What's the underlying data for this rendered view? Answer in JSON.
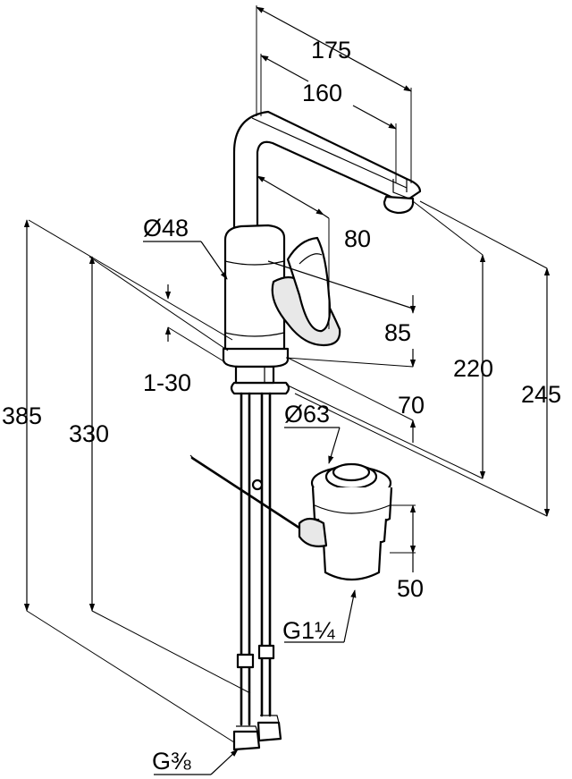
{
  "diagram": {
    "dimensions": {
      "d175": "175",
      "d160": "160",
      "d80": "80",
      "d48": "Ø48",
      "d85": "85",
      "d1_30": "1-30",
      "d70": "70",
      "d63": "Ø63",
      "d220": "220",
      "d245": "245",
      "d385": "385",
      "d330": "330",
      "d50": "50",
      "thread_waste": "G1¼",
      "thread_supply": "G⅜"
    }
  }
}
